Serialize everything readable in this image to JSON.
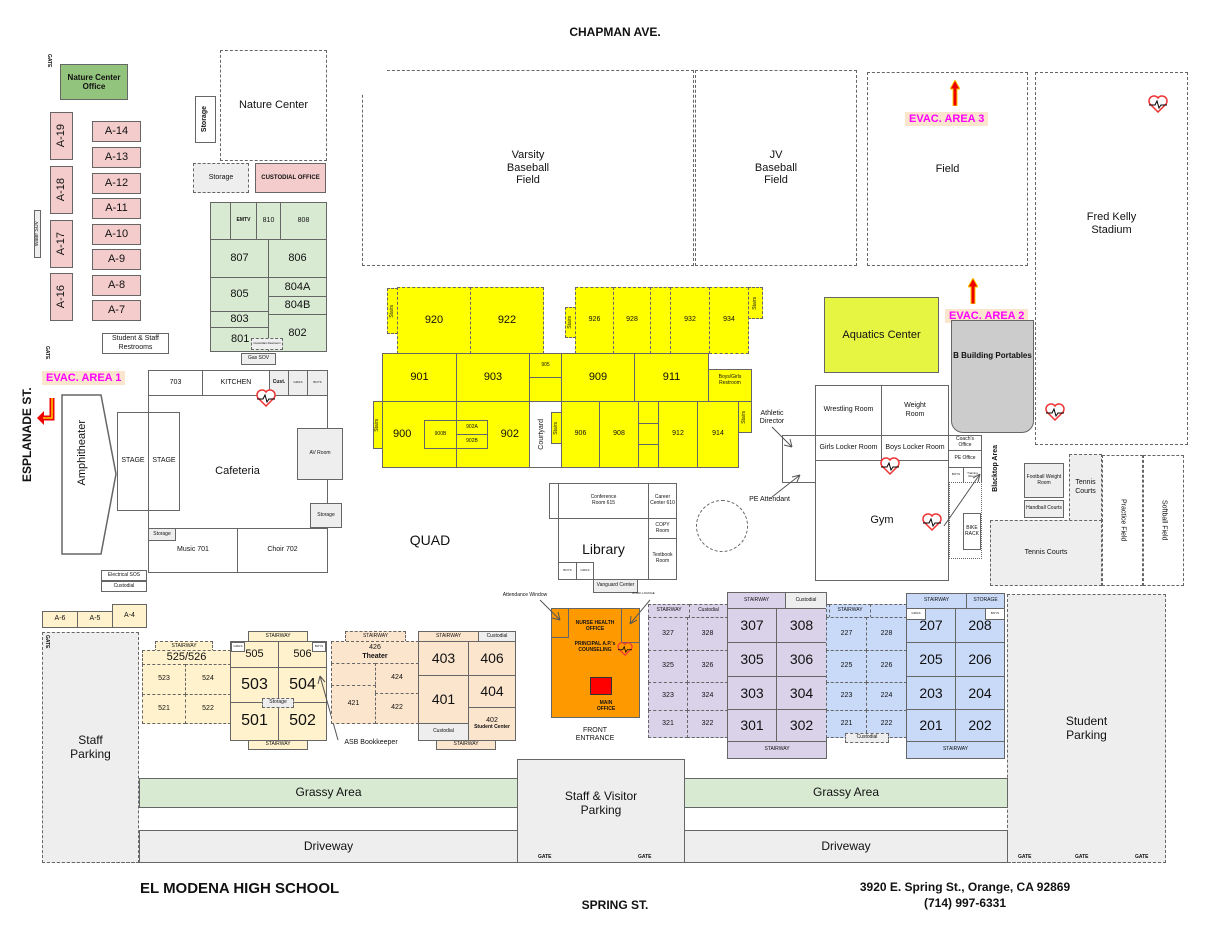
{
  "streets": {
    "north": "CHAPMAN AVE.",
    "west": "ESPLANADE ST.",
    "south": "SPRING ST."
  },
  "footer": {
    "school": "EL MODENA HIGH SCHOOL",
    "address": "3920 E. Spring St., Orange, CA 92869",
    "phone": "(714) 997-6331"
  },
  "gate": "GATE",
  "evac": {
    "a1": "EVAC. AREA 1",
    "a2": "EVAC. AREA 2",
    "a3": "EVAC. AREA 3"
  },
  "west": {
    "nature_office": "Nature Center Office",
    "a19": "A-19",
    "a18": "A-18",
    "a17": "A-17",
    "a16": "A-16",
    "a14": "A-14",
    "a13": "A-13",
    "a12": "A-12",
    "a11": "A-11",
    "a10": "A-10",
    "a9": "A-9",
    "a8": "A-8",
    "a7": "A-7",
    "water_sov": "Water SOV",
    "restrooms": "Student & Staff Restrooms",
    "a6": "A-6",
    "a5": "A-5",
    "a4": "A-4",
    "electrical": "Electrical SOS",
    "custodial": "Custodial",
    "amphitheater": "Amphitheater"
  },
  "nature": {
    "center": "Nature Center",
    "storage_v": "Storage",
    "storage": "Storage",
    "custodial_office": "CUSTODIAL OFFICE"
  },
  "b800": {
    "emtv": "EMTV",
    "r810": "810",
    "r808": "808",
    "r807": "807",
    "r806": "806",
    "r805": "805",
    "r804a": "804A",
    "r804b": "804B",
    "r803": "803",
    "r801": "801",
    "r802": "802",
    "cust_rest": "Custodian Restroom",
    "gas": "Gas SOV"
  },
  "cafe": {
    "r703": "703",
    "kitchen": "KITCHEN",
    "cust": "Cust.",
    "girls": "GIRLS",
    "boys": "BOYS",
    "stage1": "STAGE",
    "stage2": "STAGE",
    "cafeteria": "Cafeteria",
    "av": "AV Room",
    "storage1": "Storage",
    "storage2": "Storage",
    "music": "Music 701",
    "choir": "Choir 702"
  },
  "fields": {
    "varsity": "Varsity Baseball Field",
    "jv": "JV Baseball Field",
    "field": "Field",
    "stadium": "Fred Kelly Stadium",
    "aquatics": "Aquatics Center",
    "portables": "B Building Portables"
  },
  "b900": {
    "stairs": "Stairs",
    "r920": "920",
    "r922": "922",
    "r926": "926",
    "r928": "928",
    "r932": "932",
    "r934": "934",
    "r901": "901",
    "r903": "903",
    "r905": "905",
    "r909": "909",
    "r911": "911",
    "restroom": "Boys/Girls Restroom",
    "r900": "900",
    "r900b": "900B",
    "r902a": "902A",
    "r902b": "902B",
    "r902": "902",
    "courtyard": "Courtyard",
    "r906": "906",
    "r908": "908",
    "r912": "912",
    "r914": "914",
    "quad": "QUAD"
  },
  "gym": {
    "athletic_director": "Athletic Director",
    "pe_attendant": "PE Attendant",
    "wrestling": "Wrestling Room",
    "weight": "Weight Room",
    "girls_locker": "Girls Locker Room",
    "boys_locker": "Boys Locker Room",
    "gym": "Gym",
    "coach": "Coach's Office",
    "pe_office": "PE Office",
    "boys": "BOYS",
    "training": "Training Room",
    "bike": "BIKE RACK",
    "blacktop": "Blacktop Area",
    "football_weight": "Football Weight Room",
    "handball": "Handball Courts",
    "tennis_small": "Tennis Courts",
    "tennis": "Tennis Courts",
    "practice": "Practice Field",
    "softball": "Softball Field"
  },
  "library": {
    "conference": "Conference Room 615",
    "career": "Career Center 610",
    "copy": "COPY Room",
    "library": "Library",
    "textbook": "Textbook Room",
    "boys": "BOYS",
    "girls": "GIRLS",
    "vanguard": "Vanguard Center"
  },
  "office": {
    "attendance": "Attendance Window",
    "staff_lounge": "STAFF LOUNGE",
    "nurse": "NURSE HEALTH OFFICE",
    "principal": "PRINCIPAL A.P.'s COUNSELING",
    "main": "MAIN OFFICE",
    "front": "FRONT ENTRANCE"
  },
  "b300": {
    "stairway": "STAIRWAY",
    "custodial": "Custodial",
    "r327": "327",
    "r328": "328",
    "r325": "325",
    "r326": "326",
    "r323": "323",
    "r324": "324",
    "r321": "321",
    "r322": "322",
    "r307": "307",
    "r308": "308",
    "r305": "305",
    "r306": "306",
    "r303": "303",
    "r304": "304",
    "r301": "301",
    "r302": "302"
  },
  "b200": {
    "stairway": "STAIRWAY",
    "storage": "STORAGE",
    "custodial": "Custodial",
    "girls": "GIRLS",
    "boys": "BOYS",
    "r227": "227",
    "r228": "228",
    "r225": "225",
    "r226": "226",
    "r223": "223",
    "r224": "224",
    "r221": "221",
    "r222": "222",
    "r207": "207",
    "r208": "208",
    "r205": "205",
    "r206": "206",
    "r203": "203",
    "r204": "204",
    "r201": "201",
    "r202": "202"
  },
  "b500": {
    "stairway": "STAIRWAY",
    "r525": "525/526",
    "r523": "523",
    "r524": "524",
    "r521": "521",
    "r522": "522",
    "r505": "505",
    "r506": "506",
    "r503": "503",
    "r504": "504",
    "r501": "501",
    "r502": "502",
    "storage": "Storage",
    "girls": "GIRLS",
    "boys": "BOYS",
    "asb": "ASB Bookkeeper"
  },
  "b400": {
    "stairway": "STAIRWAY",
    "custodial": "Custodial",
    "r426": "426",
    "theater": "Theater",
    "r424": "424",
    "r421": "421",
    "r422": "422",
    "r403": "403",
    "r406": "406",
    "r401": "401",
    "r404": "404",
    "r402": "402",
    "student_center": "Student Center"
  },
  "south": {
    "grassy1": "Grassy Area",
    "grassy2": "Grassy Area",
    "driveway1": "Driveway",
    "driveway2": "Driveway",
    "staff_visitor": "Staff & Visitor Parking",
    "staff": "Staff Parking",
    "student": "Student Parking"
  }
}
